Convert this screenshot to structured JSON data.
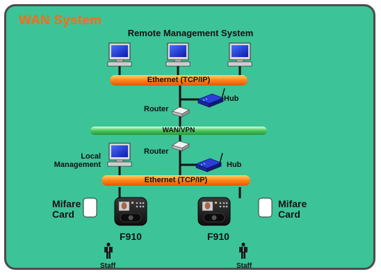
{
  "title": "WAN System",
  "subtitle": "Remote Management System",
  "ethernet_top": "Ethernet (TCP/IP)",
  "ethernet_bottom": "Ethernet (TCP/IP)",
  "wan": "WAN/VPN",
  "router_top": "Router",
  "router_bottom": "Router",
  "hub_top": "Hub",
  "hub_bottom": "Hub",
  "local_line1": "Local",
  "local_line2": "Management",
  "card_left_line1": "Mifare",
  "card_left_line2": "Card",
  "card_right_line1": "Mifare",
  "card_right_line2": "Card",
  "device_left": "F910",
  "device_right": "F910",
  "staff_left": "Staff",
  "staff_right": "Staff",
  "colors": {
    "background": "#3cc397",
    "title": "#ff6a13",
    "ethernet_bar": "#ff7a1a",
    "wan_bar": "#3dbb55"
  }
}
